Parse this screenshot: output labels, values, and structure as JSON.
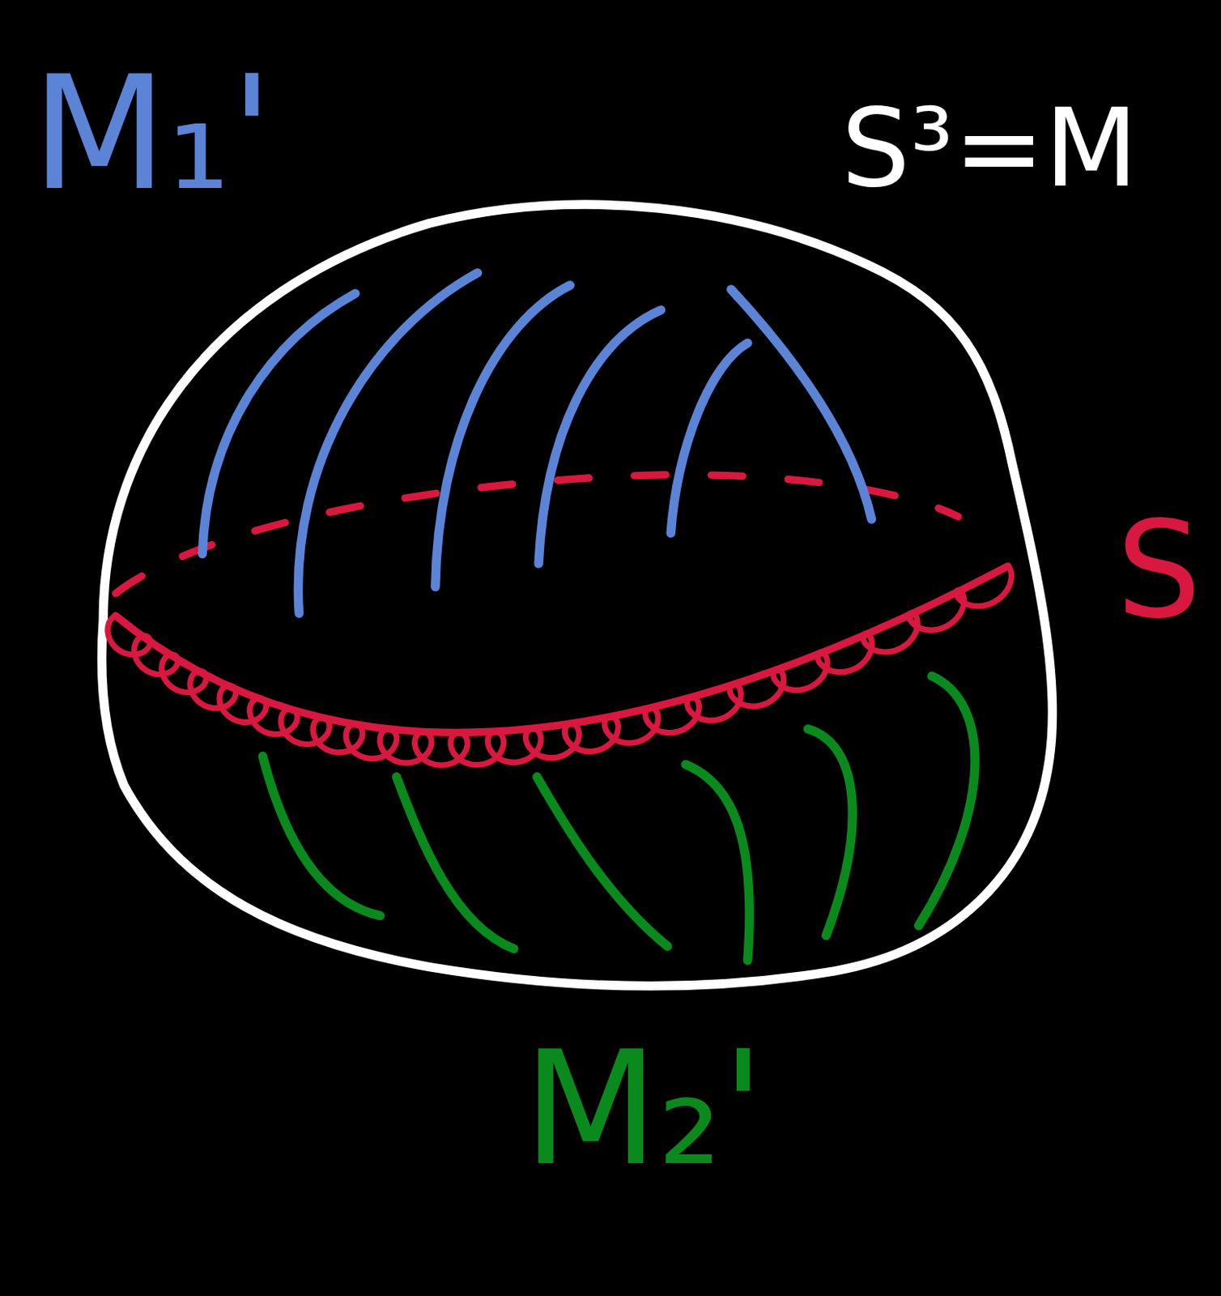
{
  "diagram": {
    "labels": [
      "M₁'",
      "S³=M",
      "S",
      "M₂'"
    ]
  }
}
